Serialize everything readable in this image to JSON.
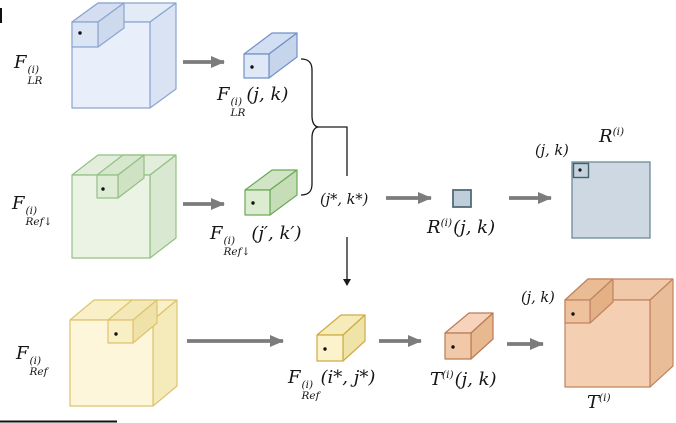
{
  "labels": {
    "f_lr": {
      "base": "F",
      "sup": "(i)",
      "sub": "LR"
    },
    "f_lr_jk": {
      "base": "F",
      "sup": "(i)",
      "sub": "LR",
      "tail": "(j, k)"
    },
    "f_ref_down": {
      "base": "F",
      "sup": "(i)",
      "sub": "Ref↓"
    },
    "f_ref_down_jk": {
      "base": "F",
      "sup": "(i)",
      "sub": "Ref↓",
      "tail": "(j′, k′)"
    },
    "j_star_k_star": {
      "text": "(j*, k*)"
    },
    "r_i_jk": {
      "base": "R",
      "sup": "(i)",
      "tail": "(j, k)"
    },
    "r_i": {
      "base": "R",
      "sup": "(i)"
    },
    "r_jk_corner": {
      "text": "(j, k)"
    },
    "f_ref": {
      "base": "F",
      "sup": "(i)",
      "sub": "Ref"
    },
    "f_ref_star": {
      "base": "F",
      "sup": "(i)",
      "sub": "Ref",
      "tail": "(i*, j*)"
    },
    "t_i_jk": {
      "base": "T",
      "sup": "(i)",
      "tail": "(j, k)"
    },
    "t_jk_corner": {
      "text": "(j, k)"
    },
    "t_i": {
      "base": "T",
      "sup": "(i)"
    }
  },
  "colors": {
    "lr_fill": "#e9effa",
    "lr_edge": "#8aa5d2",
    "ref_down_fill": "#ebf3e5",
    "ref_down_edge": "#92c083",
    "ref_fill": "#fdf6da",
    "ref_edge": "#dfc26d",
    "transfer_fill": "#f4cfb1",
    "transfer_edge": "#c18360",
    "map_fill": "#cdd8e2",
    "map_edge": "#7590a0",
    "arrow": "#7c7c7c",
    "line_black": "#1a1a1a"
  }
}
